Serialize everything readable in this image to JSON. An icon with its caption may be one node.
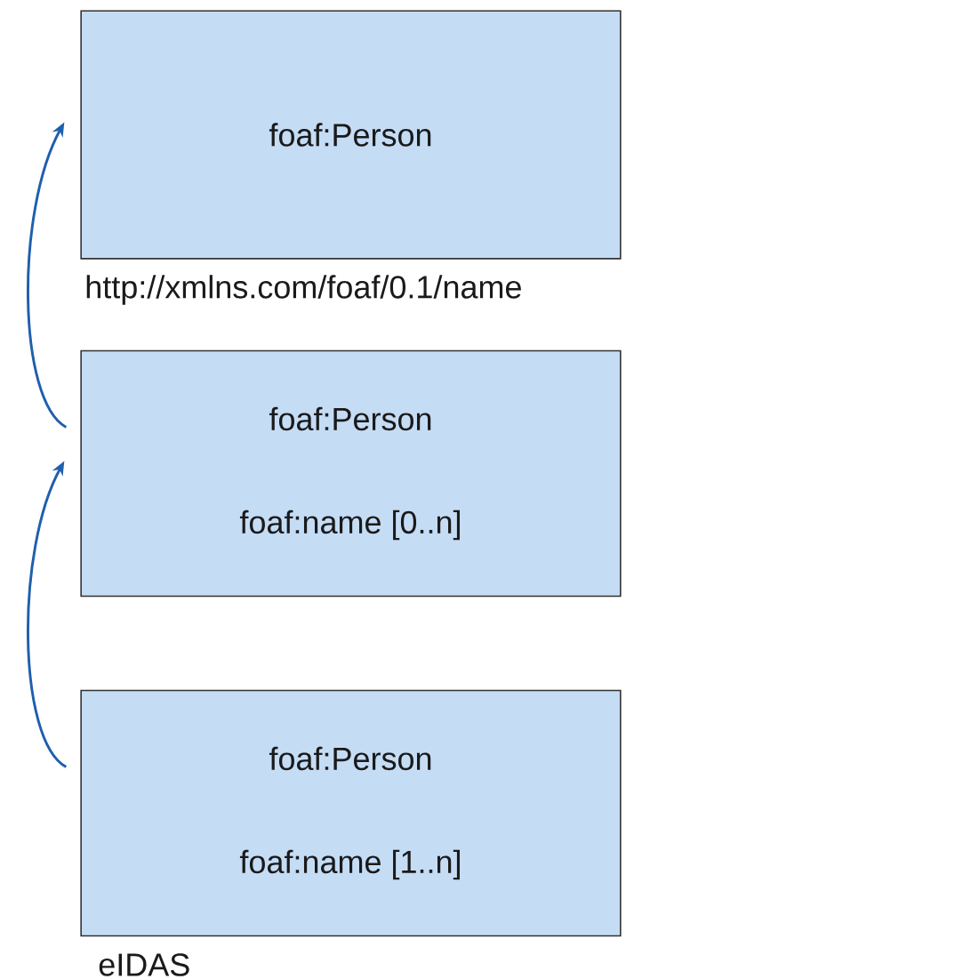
{
  "diagram": {
    "nodes": [
      {
        "text": [
          "foaf:Person"
        ],
        "beside": [
          "http://xmlns.com/foaf/0.1/name"
        ]
      },
      {
        "text": [
          "foaf:Person",
          "foaf:name [0..n]"
        ]
      },
      {
        "text": [
          "foaf:Person",
          "foaf:name [1..n]"
        ],
        "beside": [
          "eIDAS"
        ]
      }
    ],
    "edges": [
      {
        "from": 1,
        "to": 0,
        "arrow": "to"
      },
      {
        "from": 2,
        "to": 1,
        "arrow": "to"
      }
    ]
  }
}
